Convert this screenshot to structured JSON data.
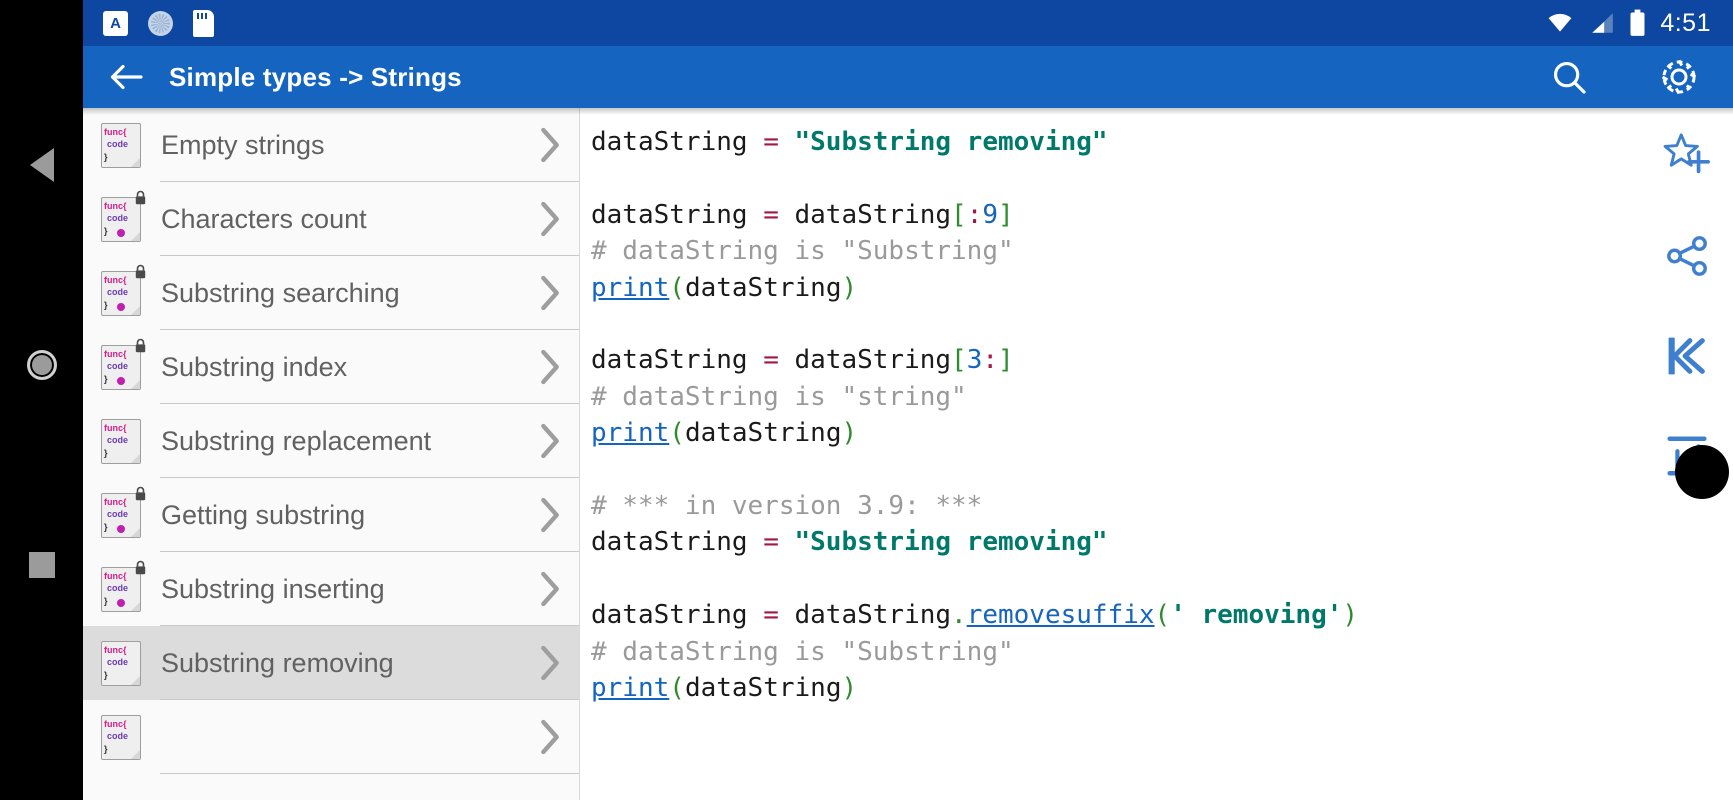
{
  "status_bar": {
    "icons": [
      "android-a-icon",
      "sync-icon",
      "sd-card-icon"
    ],
    "wifi_icon": "wifi-icon",
    "signal_icon": "cellular-signal-icon",
    "battery_icon": "battery-full-icon",
    "time": "4:51",
    "background": "#0d47a1"
  },
  "app_bar": {
    "back_icon": "back-arrow-icon",
    "title": "Simple types -> Strings",
    "search_icon": "search-icon",
    "settings_icon": "gear-icon",
    "background": "#1565c0"
  },
  "sidebar": {
    "items": [
      {
        "label": "Empty strings",
        "locked": false,
        "dot": false,
        "selected": false,
        "chevron": "chevron-right-icon"
      },
      {
        "label": "Characters count",
        "locked": true,
        "dot": true,
        "selected": false,
        "chevron": "chevron-right-icon"
      },
      {
        "label": "Substring searching",
        "locked": true,
        "dot": true,
        "selected": false,
        "chevron": "chevron-right-icon"
      },
      {
        "label": "Substring index",
        "locked": true,
        "dot": true,
        "selected": false,
        "chevron": "chevron-right-icon"
      },
      {
        "label": "Substring replacement",
        "locked": false,
        "dot": false,
        "selected": false,
        "chevron": "chevron-right-icon"
      },
      {
        "label": "Getting substring",
        "locked": true,
        "dot": true,
        "selected": false,
        "chevron": "chevron-right-icon"
      },
      {
        "label": "Substring inserting",
        "locked": true,
        "dot": true,
        "selected": false,
        "chevron": "chevron-right-icon"
      },
      {
        "label": "Substring removing",
        "locked": false,
        "dot": false,
        "selected": true,
        "chevron": "chevron-right-icon"
      }
    ],
    "icon_glyph": {
      "line1": "func{",
      "line2": "code",
      "line3": "}"
    },
    "selected_background": "#dcdcdc",
    "background": "#fafafa"
  },
  "code": {
    "language": "python",
    "lines": [
      "dataString = \"Substring removing\"",
      "",
      "dataString = dataString[:9]",
      "# dataString is \"Substring\"",
      "print(dataString)",
      "",
      "dataString = dataString[3:]",
      "# dataString is \"string\"",
      "print(dataString)",
      "",
      "# *** in version 3.9: ***",
      "dataString = \"Substring removing\"",
      "",
      "dataString = dataString.removesuffix(' removing')",
      "# dataString is \"Substring\"",
      "print(dataString)"
    ],
    "links": [
      "print",
      "removesuffix"
    ],
    "colors": {
      "comment": "#9a9a9a",
      "string": "#00796b",
      "operator": "#a31545",
      "bracket": "#2e8b2e",
      "number": "#1565c0",
      "link": "#1565c0",
      "plain": "#1a1a1a"
    }
  },
  "action_rail": {
    "buttons": [
      {
        "name": "add-to-favorites-icon",
        "icon": "star-plus-icon"
      },
      {
        "name": "share-icon",
        "icon": "share-icon"
      },
      {
        "name": "skip-to-start-icon",
        "icon": "skip-previous-icon"
      },
      {
        "name": "scroll-to-bottom-icon",
        "icon": "arrow-down-to-line-icon"
      }
    ],
    "color": "#3f7fd0"
  },
  "android_nav": {
    "back": "back-triangle-icon",
    "home": "home-circle-icon",
    "recents": "recents-square-icon",
    "color": "#9b9b9b"
  }
}
